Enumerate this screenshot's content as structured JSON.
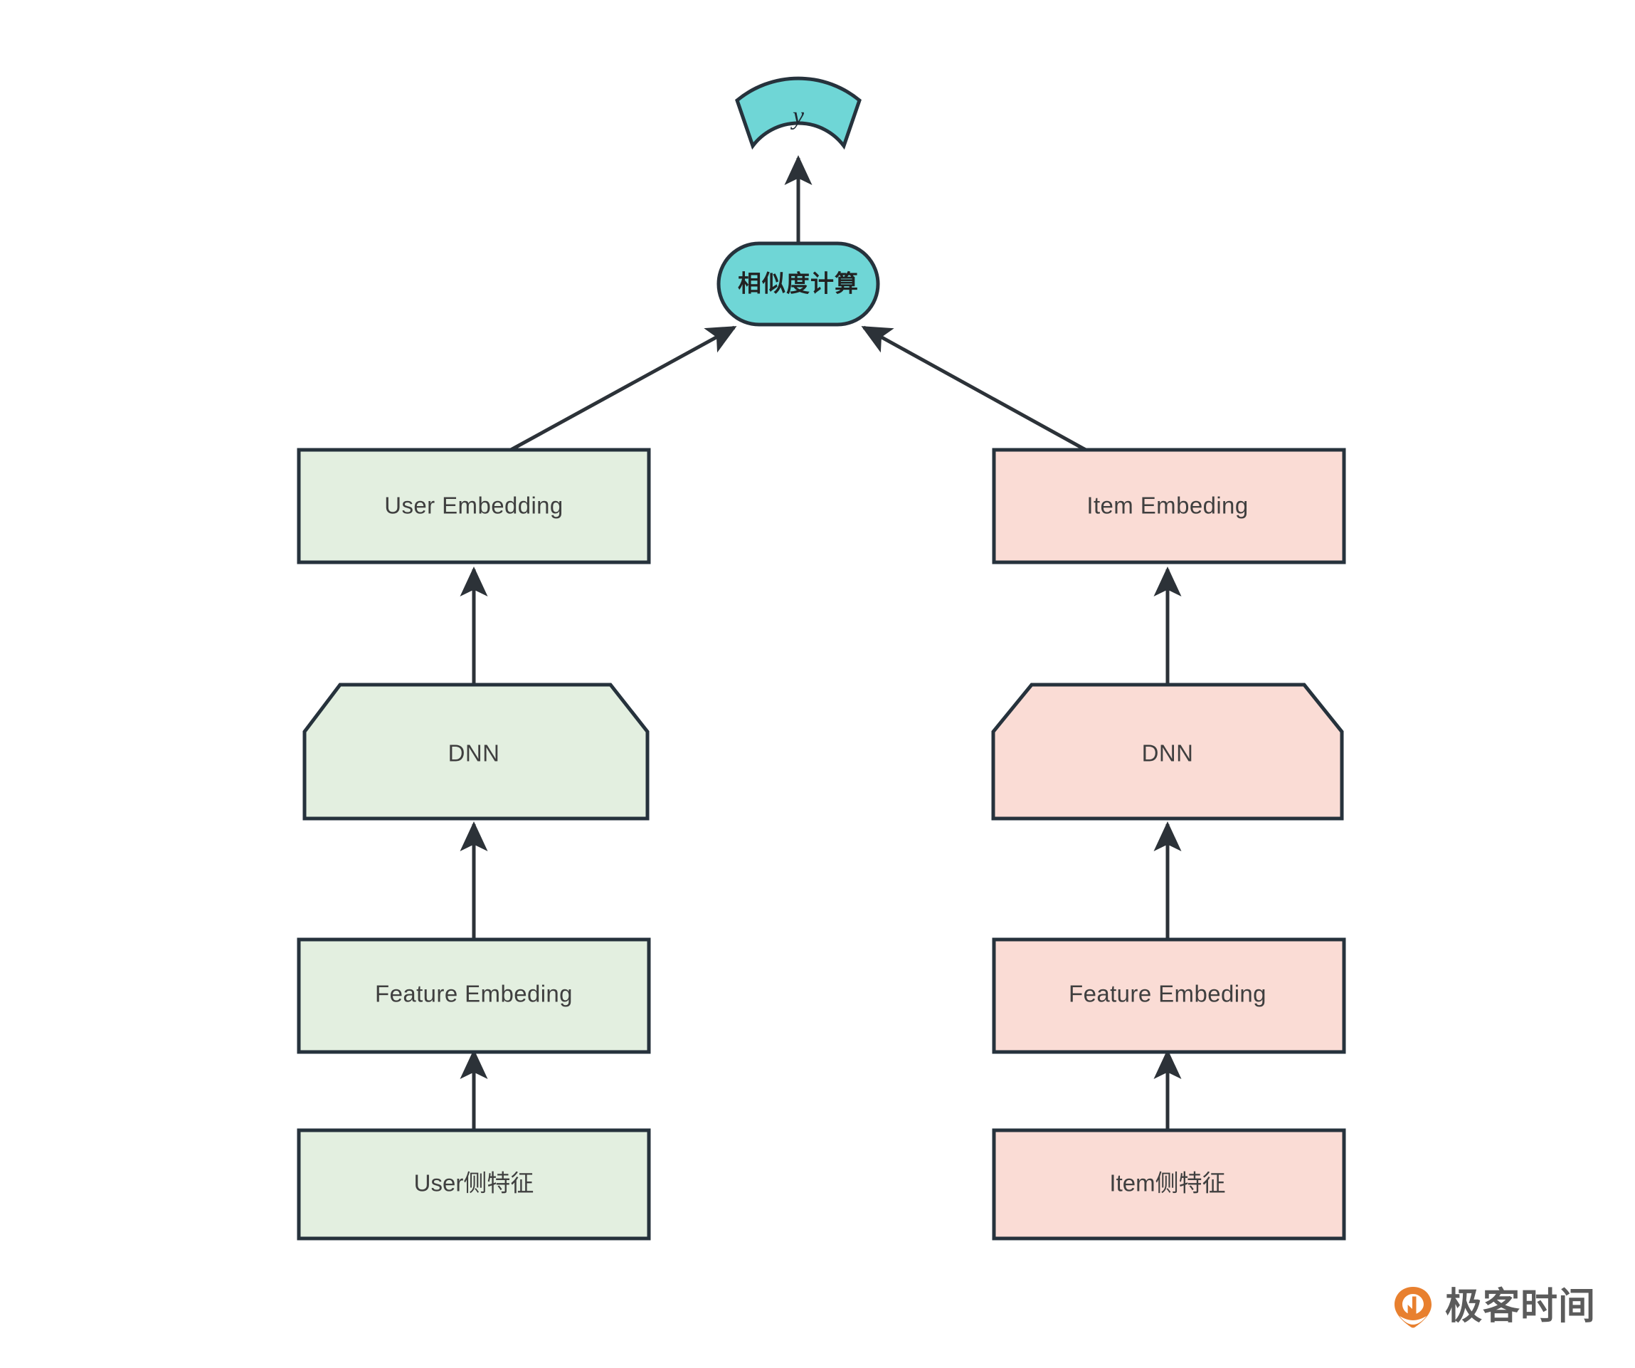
{
  "diagram": {
    "type": "flowchart",
    "title": "",
    "direction": "bottom-to-top",
    "colors": {
      "green_fill": "#e3efe0",
      "pink_fill": "#fadcd5",
      "teal_fill": "#6fd6d6",
      "stroke": "#26323c",
      "edge": "#2c3238",
      "text": "#3f3f3f",
      "background": "#ffffff",
      "watermark_orange": "#e8802f",
      "watermark_text": "#5b5b5b"
    },
    "output": {
      "label": "y",
      "shape": "annulus-sector"
    },
    "merge": {
      "label": "相似度计算",
      "shape": "stadium"
    },
    "left_branch": {
      "name": "user-tower",
      "color": "green",
      "nodes": [
        {
          "id": "user-embedding",
          "label": "User Embedding",
          "shape": "rectangle"
        },
        {
          "id": "user-dnn",
          "label": "DNN",
          "shape": "chamfered-top"
        },
        {
          "id": "user-feature-embeding",
          "label": "Feature Embeding",
          "shape": "rectangle"
        },
        {
          "id": "user-features",
          "label": "User侧特征",
          "shape": "rectangle"
        }
      ]
    },
    "right_branch": {
      "name": "item-tower",
      "color": "pink",
      "nodes": [
        {
          "id": "item-embeding",
          "label": "Item Embeding",
          "shape": "rectangle"
        },
        {
          "id": "item-dnn",
          "label": "DNN",
          "shape": "chamfered-top"
        },
        {
          "id": "item-feature-embeding",
          "label": "Feature Embeding",
          "shape": "rectangle"
        },
        {
          "id": "item-features",
          "label": "Item侧特征",
          "shape": "rectangle"
        }
      ]
    },
    "edges": [
      {
        "from": "user-features",
        "to": "user-feature-embeding",
        "style": "arrow-up"
      },
      {
        "from": "user-feature-embeding",
        "to": "user-dnn",
        "style": "arrow-up"
      },
      {
        "from": "user-dnn",
        "to": "user-embedding",
        "style": "arrow-up"
      },
      {
        "from": "user-embedding",
        "to": "merge",
        "style": "arrow-diagonal"
      },
      {
        "from": "item-features",
        "to": "item-feature-embeding",
        "style": "arrow-up"
      },
      {
        "from": "item-feature-embeding",
        "to": "item-dnn",
        "style": "arrow-up"
      },
      {
        "from": "item-dnn",
        "to": "item-embeding",
        "style": "arrow-up"
      },
      {
        "from": "item-embeding",
        "to": "merge",
        "style": "arrow-diagonal"
      },
      {
        "from": "merge",
        "to": "output",
        "style": "arrow-up"
      }
    ]
  },
  "watermark": {
    "text": "极客时间",
    "icon": "geek-time-pin-logo"
  }
}
